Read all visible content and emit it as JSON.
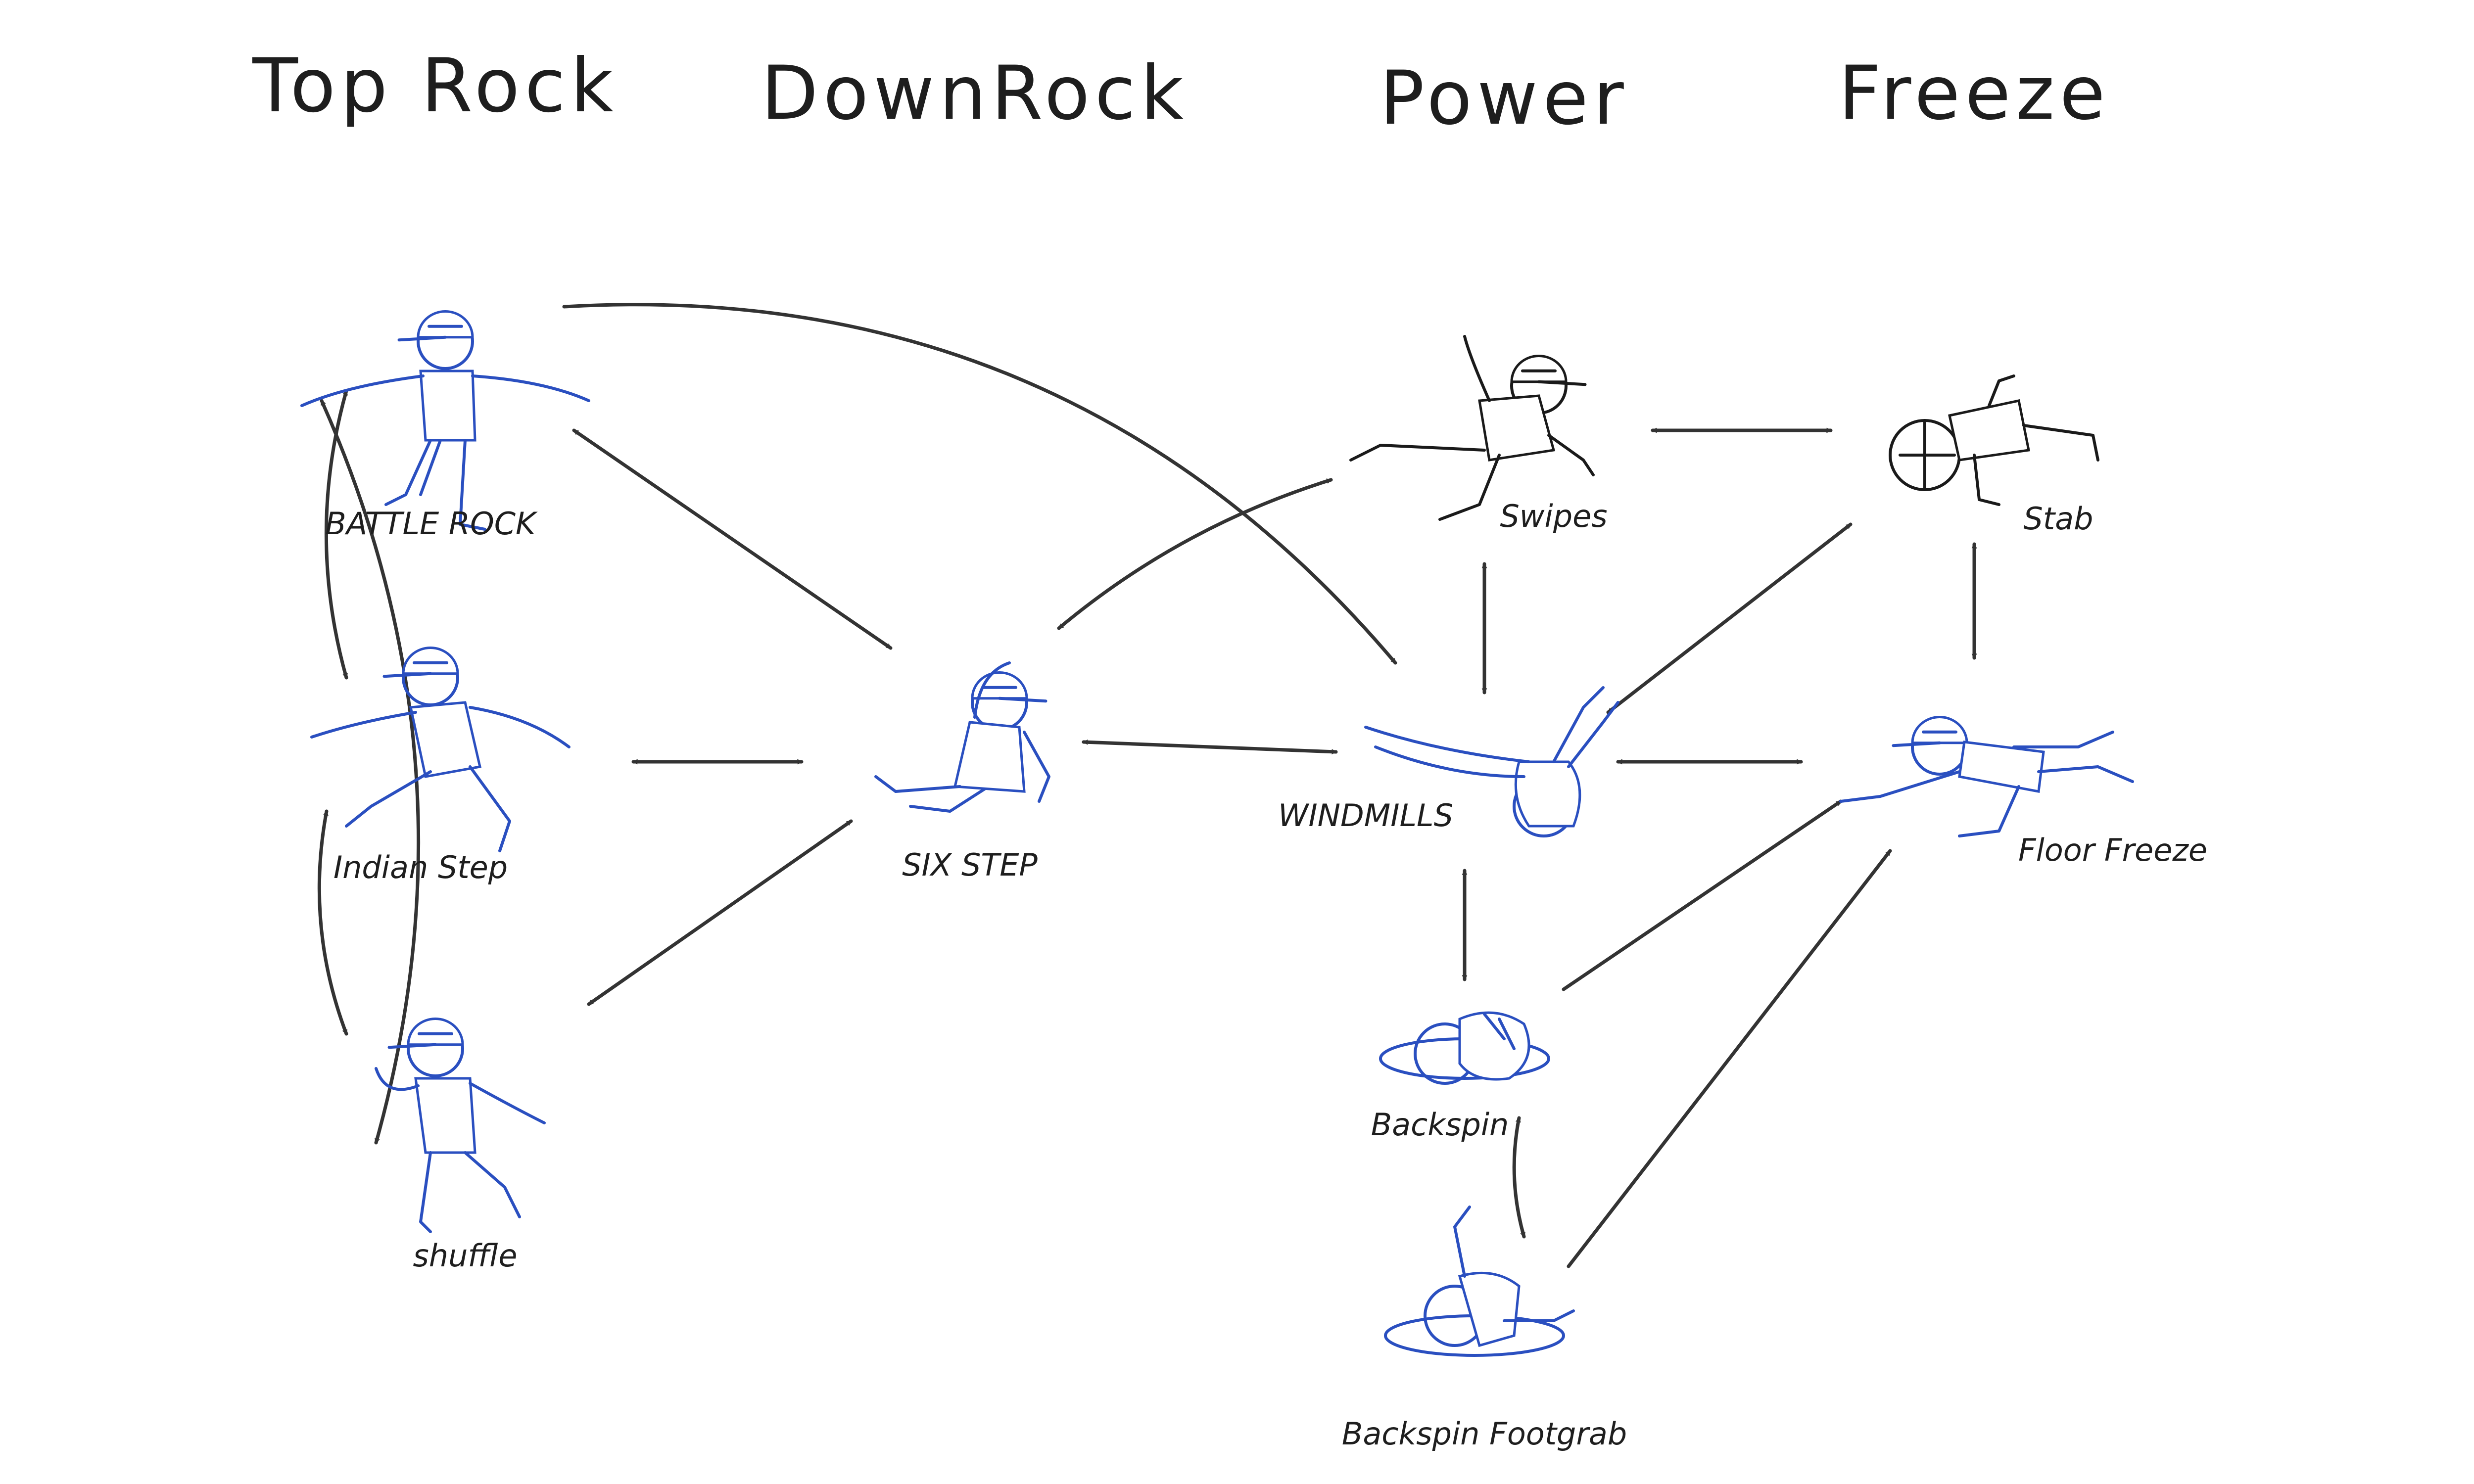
{
  "columns": [
    {
      "id": "top-rock",
      "title": "Top Rock"
    },
    {
      "id": "downrock",
      "title": "DownRock"
    },
    {
      "id": "power",
      "title": "Power"
    },
    {
      "id": "freeze",
      "title": "Freeze"
    }
  ],
  "nodes": [
    {
      "id": "battle-rock",
      "label": "BATTLE ROCK",
      "column": "top-rock",
      "color": "#2a4fc0",
      "pose": "stand-arms"
    },
    {
      "id": "indian-step",
      "label": "Indian Step",
      "column": "top-rock",
      "color": "#2a4fc0",
      "pose": "lunge"
    },
    {
      "id": "shuffle",
      "label": "shuffle",
      "column": "top-rock",
      "color": "#2a4fc0",
      "pose": "step"
    },
    {
      "id": "six-step",
      "label": "SIX STEP",
      "column": "downrock",
      "color": "#2a4fc0",
      "pose": "crouch"
    },
    {
      "id": "swipes",
      "label": "Swipes",
      "column": "power",
      "color": "#1a1a1a",
      "pose": "swipe"
    },
    {
      "id": "windmills",
      "label": "WINDMILLS",
      "column": "power",
      "color": "#2a4fc0",
      "pose": "windmill"
    },
    {
      "id": "backspin",
      "label": "Backspin",
      "column": "power",
      "color": "#2a4fc0",
      "pose": "curl"
    },
    {
      "id": "backspin-footgrab",
      "label": "Backspin Footgrab",
      "column": "power",
      "color": "#2a4fc0",
      "pose": "footgrab"
    },
    {
      "id": "stab",
      "label": "Stab",
      "column": "freeze",
      "color": "#1a1a1a",
      "pose": "stab"
    },
    {
      "id": "floor-freeze",
      "label": "Floor Freeze",
      "column": "freeze",
      "color": "#2a4fc0",
      "pose": "floor"
    }
  ],
  "edges": [
    {
      "from": "battle-rock",
      "to": "six-step",
      "direction": "both"
    },
    {
      "from": "battle-rock",
      "to": "windmills",
      "direction": "forward"
    },
    {
      "from": "battle-rock",
      "to": "indian-step",
      "direction": "both"
    },
    {
      "from": "indian-step",
      "to": "shuffle",
      "direction": "both"
    },
    {
      "from": "shuffle",
      "to": "battle-rock",
      "direction": "both"
    },
    {
      "from": "indian-step",
      "to": "six-step",
      "direction": "both"
    },
    {
      "from": "shuffle",
      "to": "six-step",
      "direction": "both"
    },
    {
      "from": "six-step",
      "to": "swipes",
      "direction": "both"
    },
    {
      "from": "six-step",
      "to": "windmills",
      "direction": "both"
    },
    {
      "from": "swipes",
      "to": "stab",
      "direction": "both"
    },
    {
      "from": "swipes",
      "to": "windmills",
      "direction": "both"
    },
    {
      "from": "windmills",
      "to": "stab",
      "direction": "both"
    },
    {
      "from": "windmills",
      "to": "floor-freeze",
      "direction": "both"
    },
    {
      "from": "stab",
      "to": "floor-freeze",
      "direction": "both"
    },
    {
      "from": "windmills",
      "to": "backspin",
      "direction": "both"
    },
    {
      "from": "backspin",
      "to": "backspin-footgrab",
      "direction": "both"
    },
    {
      "from": "backspin",
      "to": "floor-freeze",
      "direction": "forward"
    },
    {
      "from": "backspin-footgrab",
      "to": "floor-freeze",
      "direction": "forward"
    }
  ]
}
